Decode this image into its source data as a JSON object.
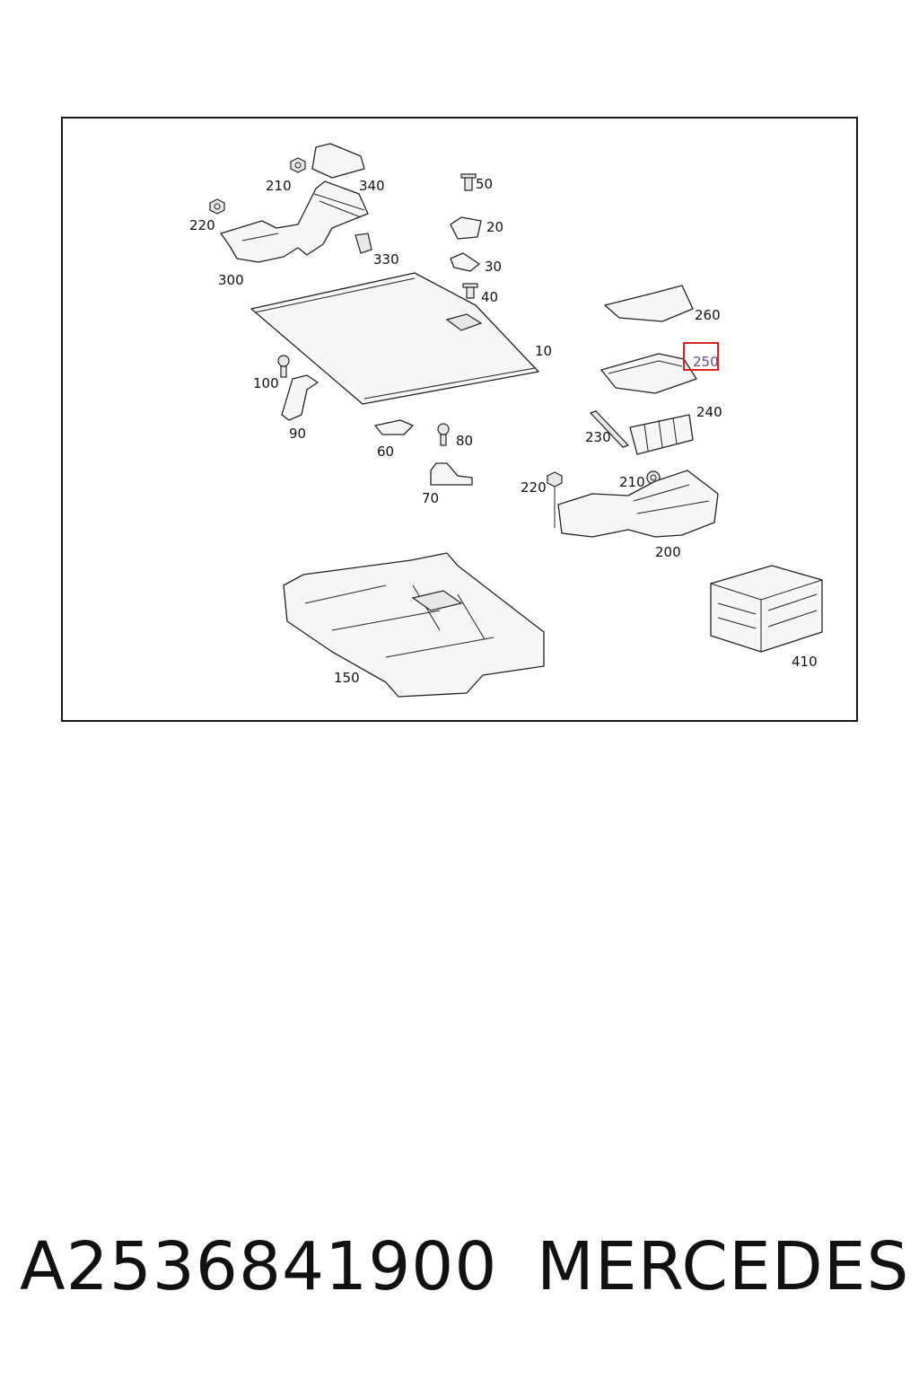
{
  "diagram": {
    "callouts": {
      "c10": "10",
      "c20": "20",
      "c30": "30",
      "c40": "40",
      "c50": "50",
      "c60": "60",
      "c70": "70",
      "c80": "80",
      "c90": "90",
      "c100": "100",
      "c150": "150",
      "c200": "200",
      "c210a": "210",
      "c210b": "210",
      "c220a": "220",
      "c220b": "220",
      "c230": "230",
      "c240": "240",
      "c250": "250",
      "c260": "260",
      "c300": "300",
      "c330": "330",
      "c340": "340",
      "c410": "410"
    },
    "highlight_color": "#e02020"
  },
  "footer": {
    "part_number": "A2536841900",
    "brand": "MERCEDES"
  }
}
